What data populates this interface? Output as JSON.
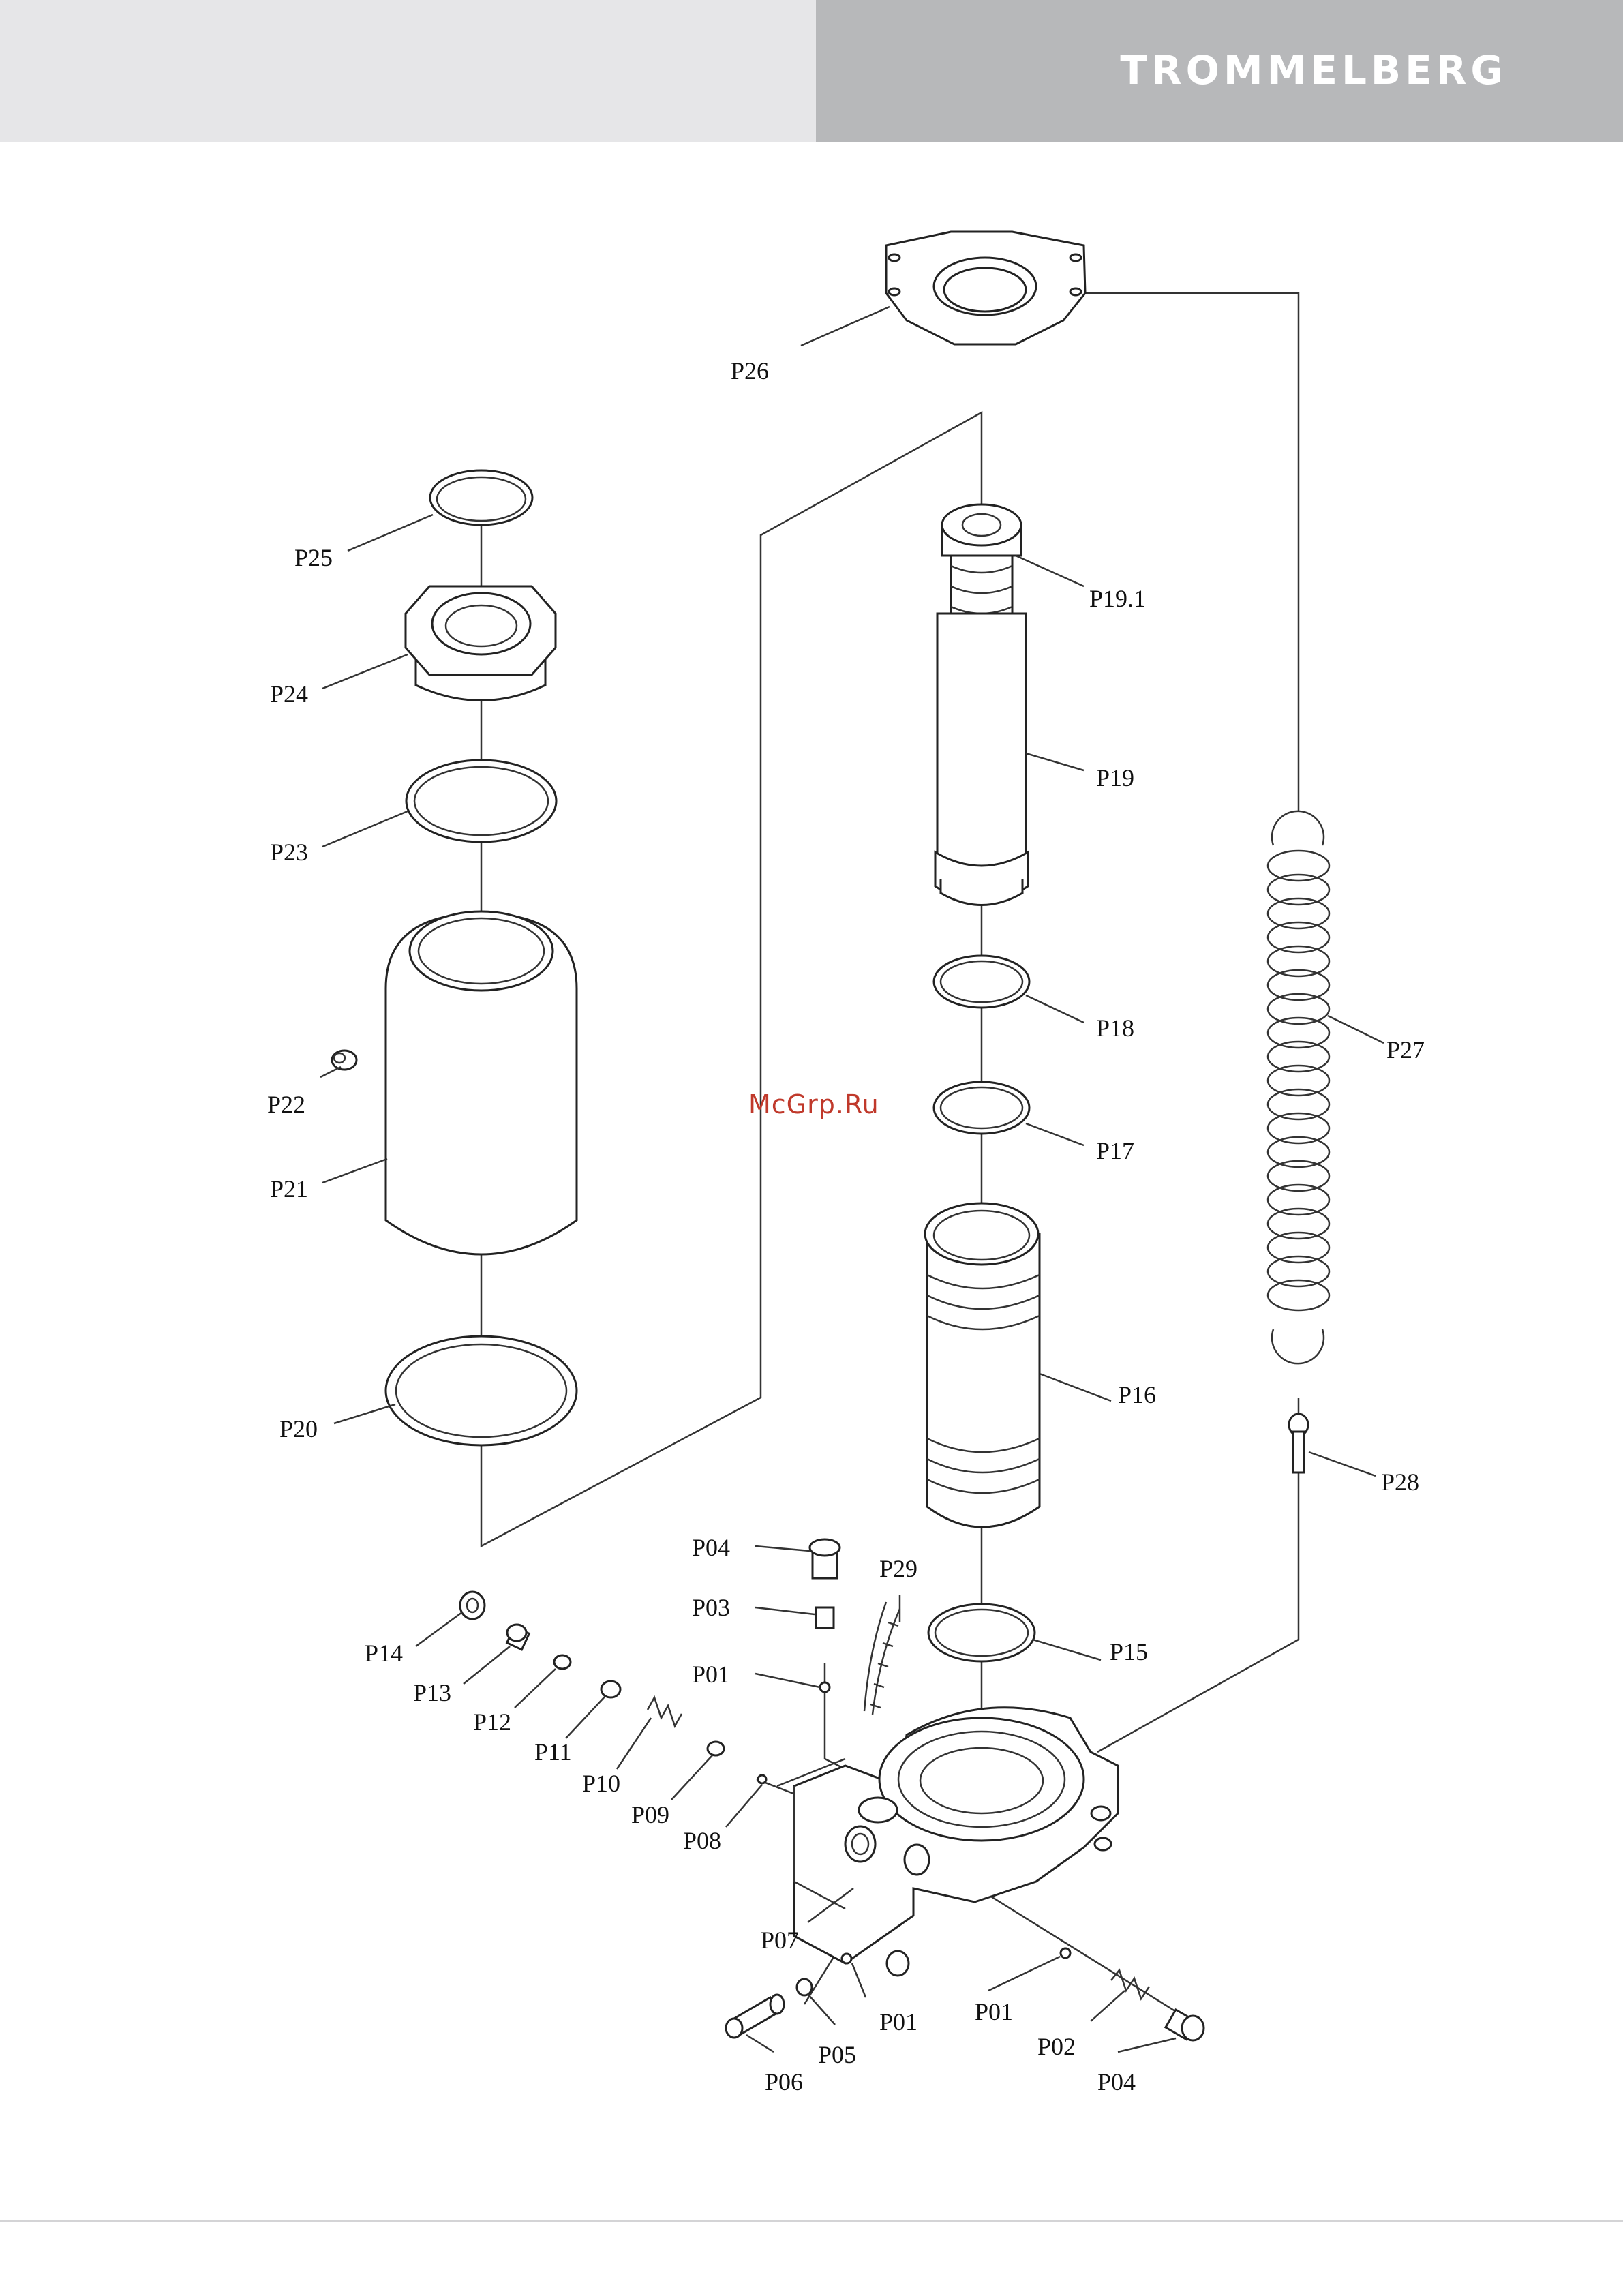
{
  "header": {
    "brand": "TROMMELBERG"
  },
  "watermark": "McGrp.Ru",
  "parts": [
    {
      "id": "p26",
      "label": "P26"
    },
    {
      "id": "p25",
      "label": "P25"
    },
    {
      "id": "p24",
      "label": "P24"
    },
    {
      "id": "p23",
      "label": "P23"
    },
    {
      "id": "p22",
      "label": "P22"
    },
    {
      "id": "p21",
      "label": "P21"
    },
    {
      "id": "p20",
      "label": "P20"
    },
    {
      "id": "p19-1",
      "label": "P19.1"
    },
    {
      "id": "p19",
      "label": "P19"
    },
    {
      "id": "p18",
      "label": "P18"
    },
    {
      "id": "p17",
      "label": "P17"
    },
    {
      "id": "p16",
      "label": "P16"
    },
    {
      "id": "p15",
      "label": "P15"
    },
    {
      "id": "p27",
      "label": "P27"
    },
    {
      "id": "p28",
      "label": "P28"
    },
    {
      "id": "p29",
      "label": "P29"
    },
    {
      "id": "p04-top",
      "label": "P04"
    },
    {
      "id": "p03",
      "label": "P03"
    },
    {
      "id": "p01-top",
      "label": "P01"
    },
    {
      "id": "p14",
      "label": "P14"
    },
    {
      "id": "p13",
      "label": "P13"
    },
    {
      "id": "p12",
      "label": "P12"
    },
    {
      "id": "p11",
      "label": "P11"
    },
    {
      "id": "p10",
      "label": "P10"
    },
    {
      "id": "p09",
      "label": "P09"
    },
    {
      "id": "p08",
      "label": "P08"
    },
    {
      "id": "p07",
      "label": "P07"
    },
    {
      "id": "p01-left",
      "label": "P01"
    },
    {
      "id": "p01-right",
      "label": "P01"
    },
    {
      "id": "p05",
      "label": "P05"
    },
    {
      "id": "p06",
      "label": "P06"
    },
    {
      "id": "p02",
      "label": "P02"
    },
    {
      "id": "p04-bottom",
      "label": "P04"
    }
  ]
}
